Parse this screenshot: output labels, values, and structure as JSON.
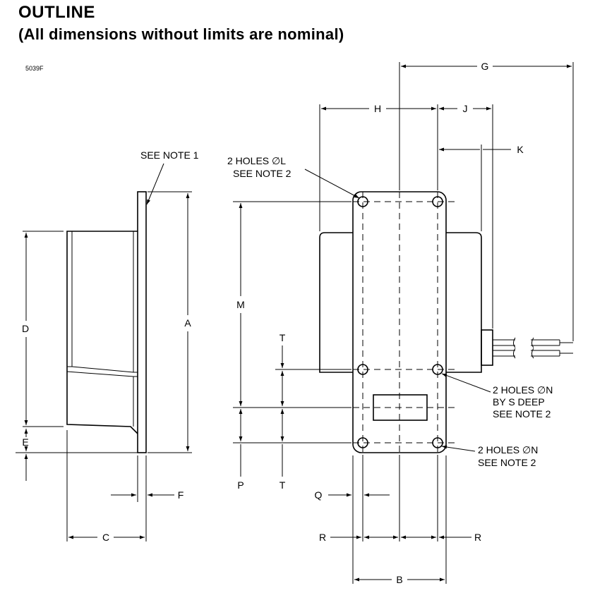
{
  "title": "OUTLINE",
  "subtitle": "(All dimensions without limits are nominal)",
  "drawing_code": "5039F",
  "dimension_letters": {
    "a": "A",
    "b": "B",
    "c": "C",
    "d": "D",
    "e": "E",
    "f": "F",
    "g": "G",
    "h": "H",
    "j": "J",
    "k": "K",
    "m": "M",
    "p": "P",
    "q": "Q",
    "r": "R",
    "t": "T"
  },
  "notes": {
    "see_note_1": "SEE NOTE 1",
    "holes_l_line1": "2 HOLES ∅L",
    "holes_l_line2": "SEE NOTE 2",
    "holes_n_deep_line1": "2 HOLES ∅N",
    "holes_n_deep_line2": "BY S DEEP",
    "holes_n_deep_line3": "SEE NOTE 2",
    "holes_n_line1": "2 HOLES ∅N",
    "holes_n_line2": "SEE NOTE 2"
  }
}
